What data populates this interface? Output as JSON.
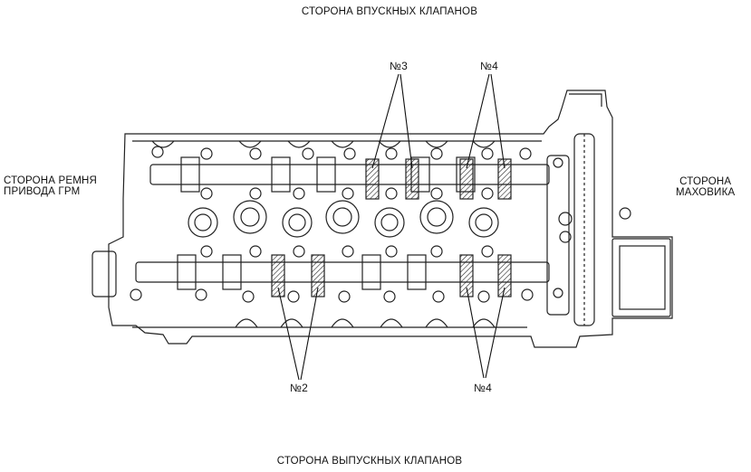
{
  "labels": {
    "top": "СТОРОНА ВПУСКНЫХ КЛАПАНОВ",
    "bottom": "СТОРОНА ВЫПУСКНЫХ КЛАПАНОВ",
    "left_line1": "СТОРОНА РЕМНЯ",
    "left_line2": "ПРИВОДА ГРМ",
    "right_line1": "СТОРОНА",
    "right_line2": "МАХОВИКА"
  },
  "callouts": {
    "upper_left": "№3",
    "upper_right": "№4",
    "lower_left": "№2",
    "lower_right": "№4"
  }
}
